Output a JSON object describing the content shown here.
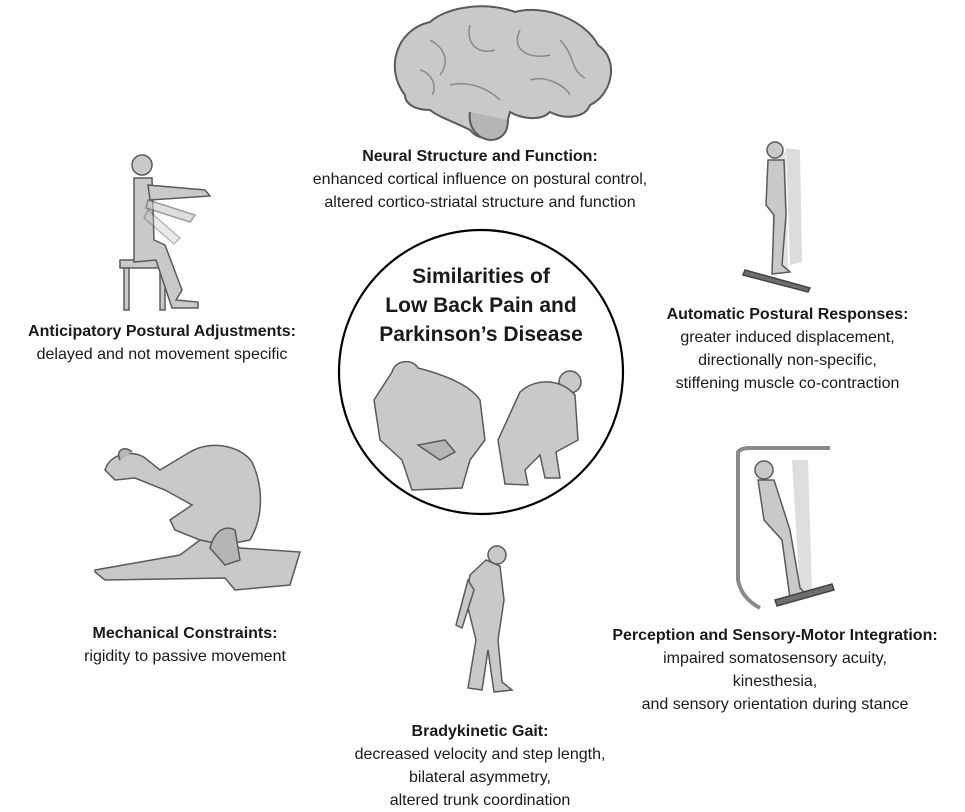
{
  "center": {
    "title_lines": [
      "Similarities of",
      "Low Back Pain and",
      "Parkinson’s Disease"
    ]
  },
  "nodes": {
    "neural": {
      "heading": "Neural Structure and Function:",
      "lines": [
        "enhanced cortical influence on postural control,",
        "altered cortico-striatal structure and function"
      ],
      "icon": "brain-icon"
    },
    "automatic": {
      "heading": "Automatic Postural Responses:",
      "lines": [
        "greater induced displacement,",
        "directionally non-specific,",
        "stiffening muscle co-contraction"
      ],
      "icon": "standing-platform-icon"
    },
    "perception": {
      "heading": "Perception and Sensory-Motor Integration:",
      "lines": [
        "impaired somatosensory acuity,",
        "kinesthesia,",
        "and sensory orientation during stance"
      ],
      "icon": "tilted-stance-icon"
    },
    "gait": {
      "heading": "Bradykinetic Gait:",
      "lines": [
        "decreased velocity and step length,",
        "bilateral asymmetry,",
        "altered trunk coordination"
      ],
      "icon": "stooped-walker-icon"
    },
    "mechanical": {
      "heading": "Mechanical Constraints:",
      "lines": [
        "rigidity to passive movement"
      ],
      "icon": "leg-stretch-icon"
    },
    "anticipatory": {
      "heading": "Anticipatory Postural Adjustments:",
      "lines": [
        "delayed and not movement specific"
      ],
      "icon": "seated-reach-icon"
    }
  },
  "colors": {
    "figure_fill": "#c9c9c9",
    "figure_stroke": "#5a5a5a",
    "circle_stroke": "#000000",
    "text": "#1a1a1a"
  }
}
